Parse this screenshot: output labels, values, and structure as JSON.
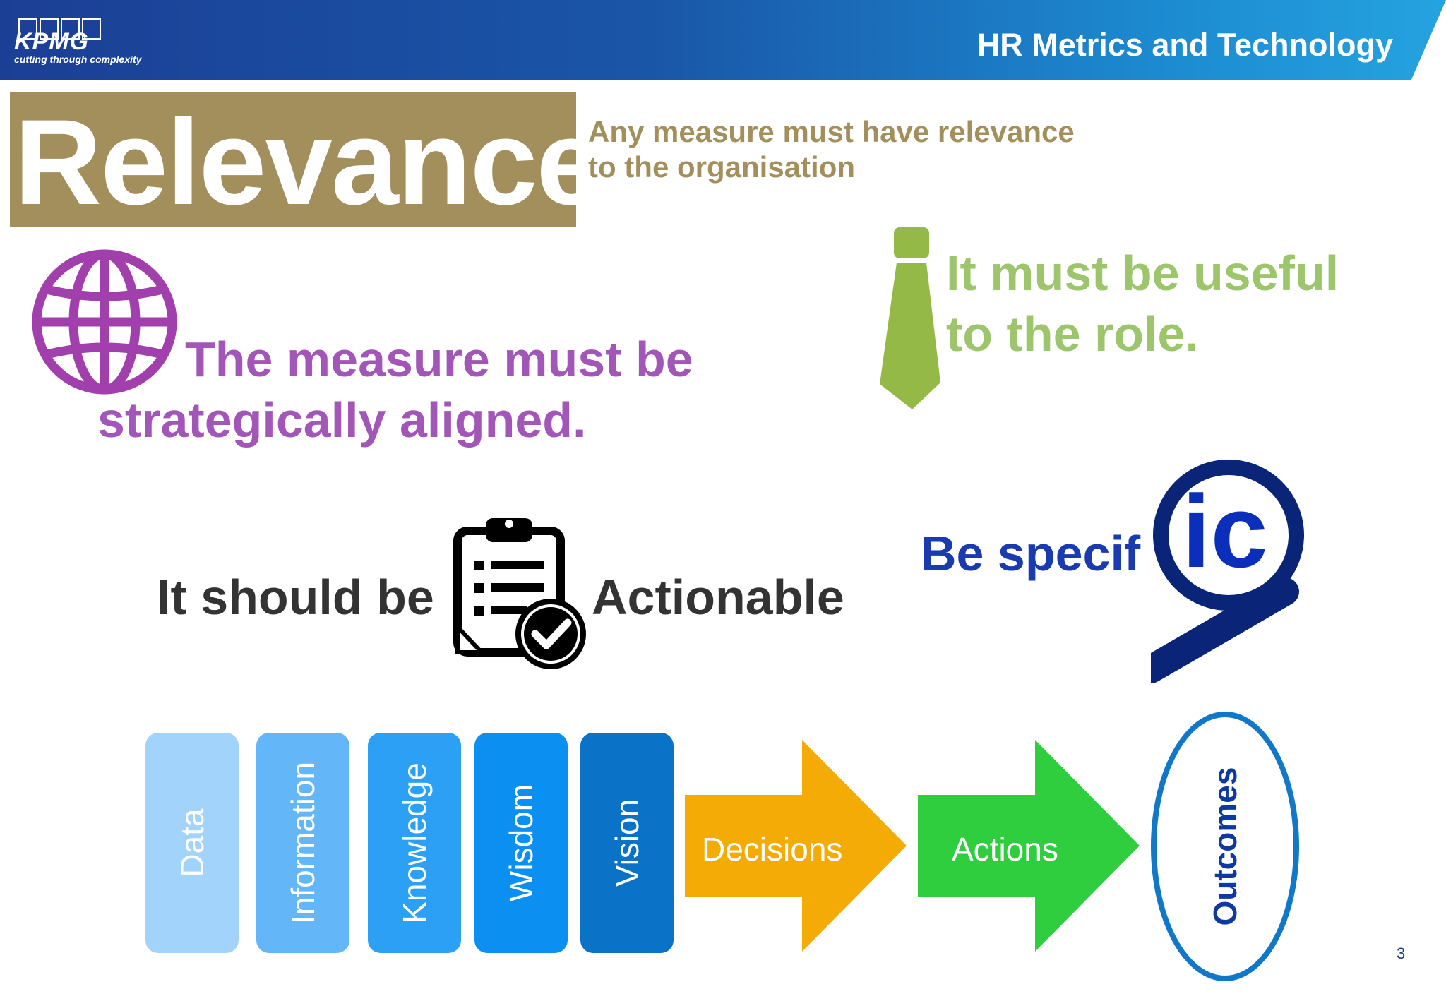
{
  "header": {
    "logo": "KPMG",
    "tagline": "cutting through complexity",
    "title": "HR Metrics and Technology"
  },
  "relevance": {
    "heading": "Relevance",
    "subtitle": "Any measure must have relevance to the organisation"
  },
  "points": {
    "strategic": "The measure must be strategically aligned.",
    "useful": "It must be useful to the role.",
    "actionable_prefix": "It should be",
    "actionable_word": "Actionable",
    "specific_prefix": "Be specif",
    "specific_suffix": "ic"
  },
  "pyramid": [
    "Data",
    "Information",
    "Knowledge",
    "Wisdom",
    "Vision"
  ],
  "flow": {
    "decisions": "Decisions",
    "actions": "Actions",
    "outcomes": "Outcomes"
  },
  "colors": {
    "gold": "#a38f5b",
    "purple": "#a256b8",
    "green_tie": "#94b947",
    "blue_text": "#1a3ab0",
    "pill_1": "#a1d3fb",
    "pill_2": "#63b7f9",
    "pill_3": "#2ba0f5",
    "pill_4": "#0b8ff0",
    "pill_5": "#0a73c8",
    "decisions_arrow": "#f4ab05",
    "actions_arrow": "#2ece3e"
  },
  "page_number": "3"
}
